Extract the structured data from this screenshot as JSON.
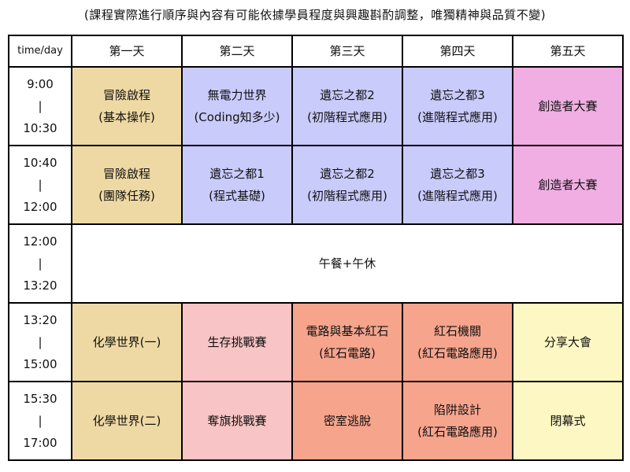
{
  "note": "(課程實際進行順序與內容有可能依據學員程度與興趣斟酌調整，唯獨精神與品質不變)",
  "header": {
    "time_label": "time/day",
    "days": [
      "第一天",
      "第二天",
      "第三天",
      "第四天",
      "第五天"
    ]
  },
  "rows": [
    {
      "time": {
        "start": "9:00",
        "sep": "|",
        "end": "10:30"
      },
      "cells": [
        {
          "l1": "冒險啟程",
          "l2": "(基本操作)",
          "color": "#eed9a4"
        },
        {
          "l1": "無電力世界",
          "l2": "(Coding知多少)",
          "color": "#c9cbfb"
        },
        {
          "l1": "遺忘之都2",
          "l2": "(初階程式應用)",
          "color": "#c9cbfb"
        },
        {
          "l1": "遺忘之都3",
          "l2": "(進階程式應用)",
          "color": "#c9cbfb"
        },
        {
          "l1": "創造者大賽",
          "l2": "",
          "color": "#f0aee2"
        }
      ]
    },
    {
      "time": {
        "start": "10:40",
        "sep": "|",
        "end": "12:00"
      },
      "cells": [
        {
          "l1": "冒險啟程",
          "l2": "(團隊任務)",
          "color": "#eed9a4"
        },
        {
          "l1": "遺忘之都1",
          "l2": "(程式基礎)",
          "color": "#c9cbfb"
        },
        {
          "l1": "遺忘之都2",
          "l2": "(初階程式應用)",
          "color": "#c9cbfb"
        },
        {
          "l1": "遺忘之都3",
          "l2": "(進階程式應用)",
          "color": "#c9cbfb"
        },
        {
          "l1": "創造者大賽",
          "l2": "",
          "color": "#f0aee2"
        }
      ]
    },
    {
      "time": {
        "start": "12:00",
        "sep": "|",
        "end": "13:20"
      },
      "lunch": "午餐+午休"
    },
    {
      "time": {
        "start": "13:20",
        "sep": "|",
        "end": "15:00"
      },
      "cells": [
        {
          "l1": "化學世界(一)",
          "l2": "",
          "color": "#eed9a4"
        },
        {
          "l1": "生存挑戰賽",
          "l2": "",
          "color": "#f9c4c5"
        },
        {
          "l1": "電路與基本紅石",
          "l2": "(紅石電路)",
          "color": "#f7a48d"
        },
        {
          "l1": "紅石機關",
          "l2": "(紅石電路應用)",
          "color": "#f7a48d"
        },
        {
          "l1": "分享大會",
          "l2": "",
          "color": "#fdf7c3"
        }
      ]
    },
    {
      "time": {
        "start": "15:30",
        "sep": "|",
        "end": "17:00"
      },
      "cells": [
        {
          "l1": "化學世界(二)",
          "l2": "",
          "color": "#eed9a4"
        },
        {
          "l1": "奪旗挑戰賽",
          "l2": "",
          "color": "#f9c4c5"
        },
        {
          "l1": "密室逃脫",
          "l2": "",
          "color": "#f7a48d"
        },
        {
          "l1": "陷阱設計",
          "l2": "(紅石電路應用)",
          "color": "#f7a48d"
        },
        {
          "l1": "閉幕式",
          "l2": "",
          "color": "#fdf7c3"
        }
      ]
    }
  ]
}
